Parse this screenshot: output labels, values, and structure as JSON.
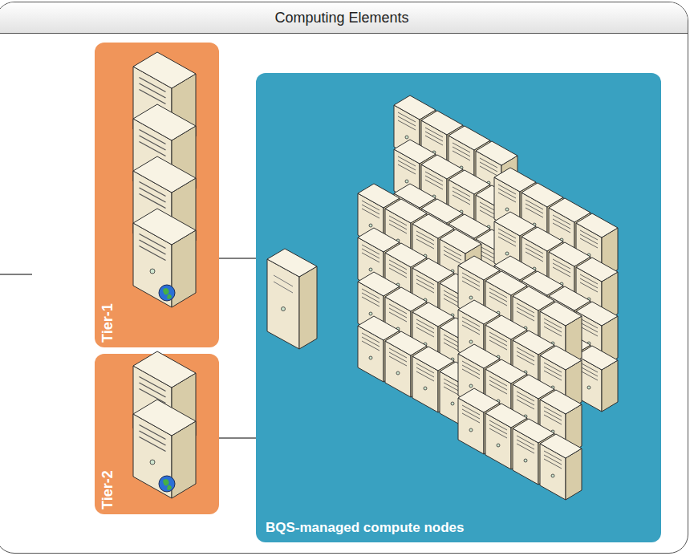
{
  "diagram": {
    "nodes": [
      {
        "text": [
          "Computing Elements"
        ]
      },
      {
        "text": [
          "Tier-1"
        ],
        "in": 0
      },
      {
        "text": [
          "Tier-2"
        ],
        "in": 0
      },
      {
        "text": [
          "BQS-managed compute nodes"
        ],
        "in": 0
      }
    ],
    "edges": [
      {
        "from": 1,
        "to": 3,
        "arrow": "none"
      },
      {
        "from": 2,
        "to": 3,
        "arrow": "none"
      }
    ]
  }
}
